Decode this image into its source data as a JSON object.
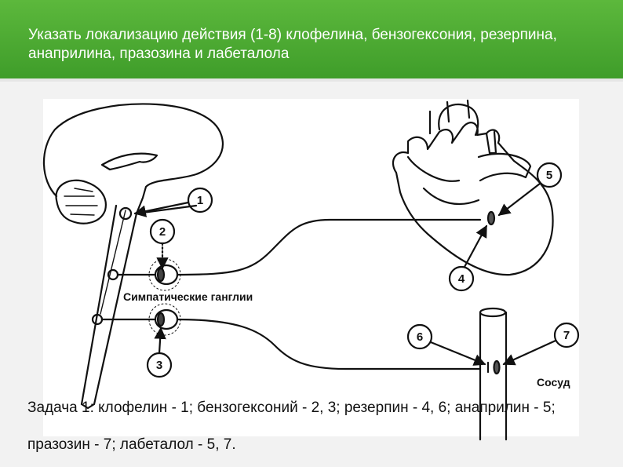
{
  "slide": {
    "title": "Указать локализацию действия (1-8) клофелина, бензогексония, резерпина, анаприлина, празозина и лабеталола",
    "answer": "Задача 1: клофелин - 1; бензогексоний - 2, 3; резерпин - 4, 6; анаприлин - 5; празозин - 7; лабеталол - 5, 7."
  },
  "diagram": {
    "markers": [
      "1",
      "2",
      "3",
      "4",
      "5",
      "6",
      "7"
    ],
    "ganglia_label": "Симпатические ганглии",
    "vessel_label": "Сосуд"
  },
  "colors": {
    "header_green": "#4caf33",
    "text_white": "#ffffff",
    "line_black": "#111111"
  }
}
